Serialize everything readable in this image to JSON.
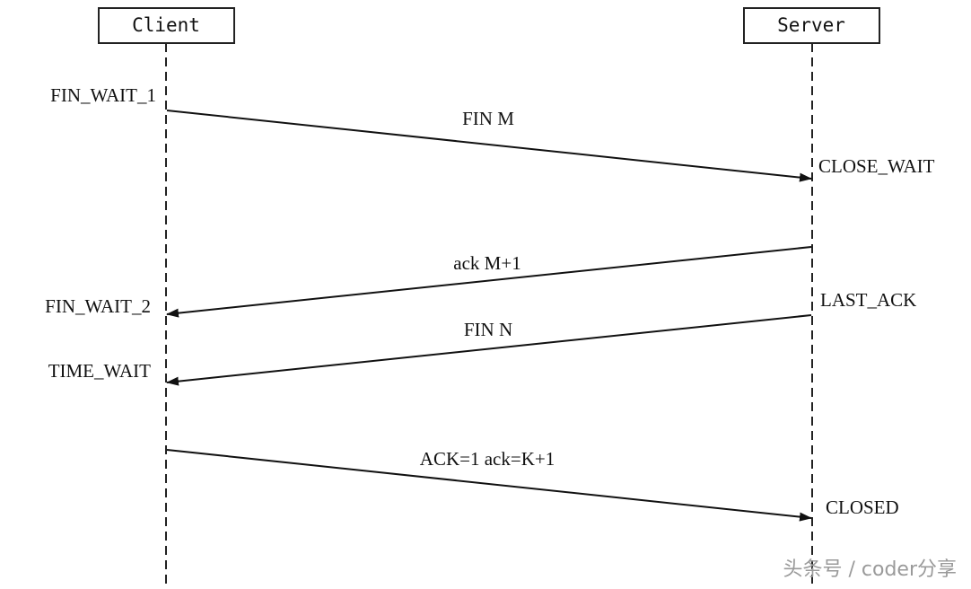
{
  "participants": {
    "client": "Client",
    "server": "Server"
  },
  "client_states": {
    "fin_wait_1": "FIN_WAIT_1",
    "fin_wait_2": "FIN_WAIT_2",
    "time_wait": "TIME_WAIT"
  },
  "server_states": {
    "close_wait": "CLOSE_WAIT",
    "last_ack": "LAST_ACK",
    "closed": "CLOSED"
  },
  "messages": {
    "fin_m": "FIN M",
    "ack_m1": "ack M+1",
    "fin_n": "FIN N",
    "final_ack": "ACK=1 ack=K+1"
  },
  "watermark": "头条号 / coder分享"
}
